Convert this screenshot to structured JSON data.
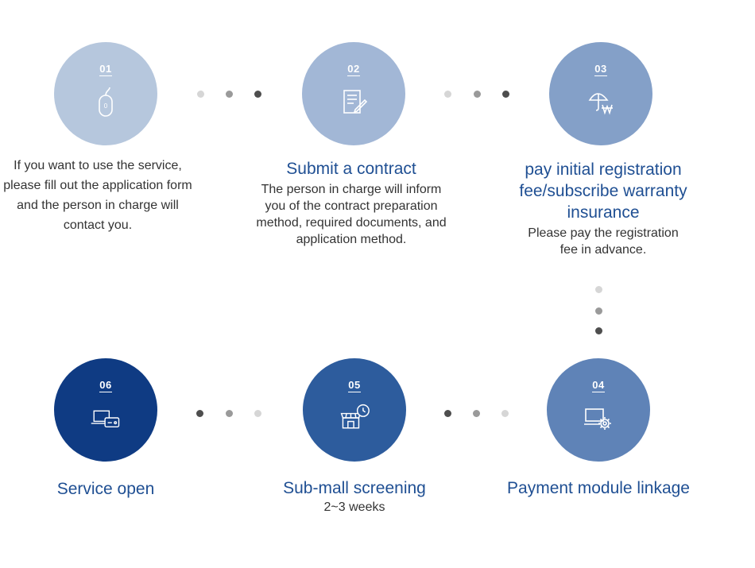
{
  "steps": [
    {
      "num": "01",
      "icon": "mouse-icon",
      "title": "",
      "desc": "If you want to use the service, please fill out the application form and the person in charge will contact you.",
      "color": "#b6c7dd"
    },
    {
      "num": "02",
      "icon": "contract-icon",
      "title": "Submit a contract",
      "desc": "The person in charge will inform you of the contract preparation method, required documents, and application method.",
      "color": "#a2b7d6"
    },
    {
      "num": "03",
      "icon": "umbrella-won-icon",
      "title": "pay initial registration fee/subscribe warranty insurance",
      "desc": "Please pay the registration fee in advance.",
      "color": "#84a0c8"
    },
    {
      "num": "04",
      "icon": "monitor-gear-icon",
      "title": "Payment module linkage",
      "desc": "",
      "color": "#5f83b7"
    },
    {
      "num": "05",
      "icon": "store-clock-icon",
      "title": "Sub-mall screening",
      "desc": "2~3 weeks",
      "color": "#2d5c9d"
    },
    {
      "num": "06",
      "icon": "laptop-card-icon",
      "title": "Service open",
      "desc": "",
      "color": "#0f3b83"
    }
  ],
  "colors": {
    "title": "#1f4f93",
    "text": "#333333",
    "dot_light": "#d6d6d6",
    "dot_mid": "#9a9a9a",
    "dot_dark": "#4e4e4e"
  }
}
